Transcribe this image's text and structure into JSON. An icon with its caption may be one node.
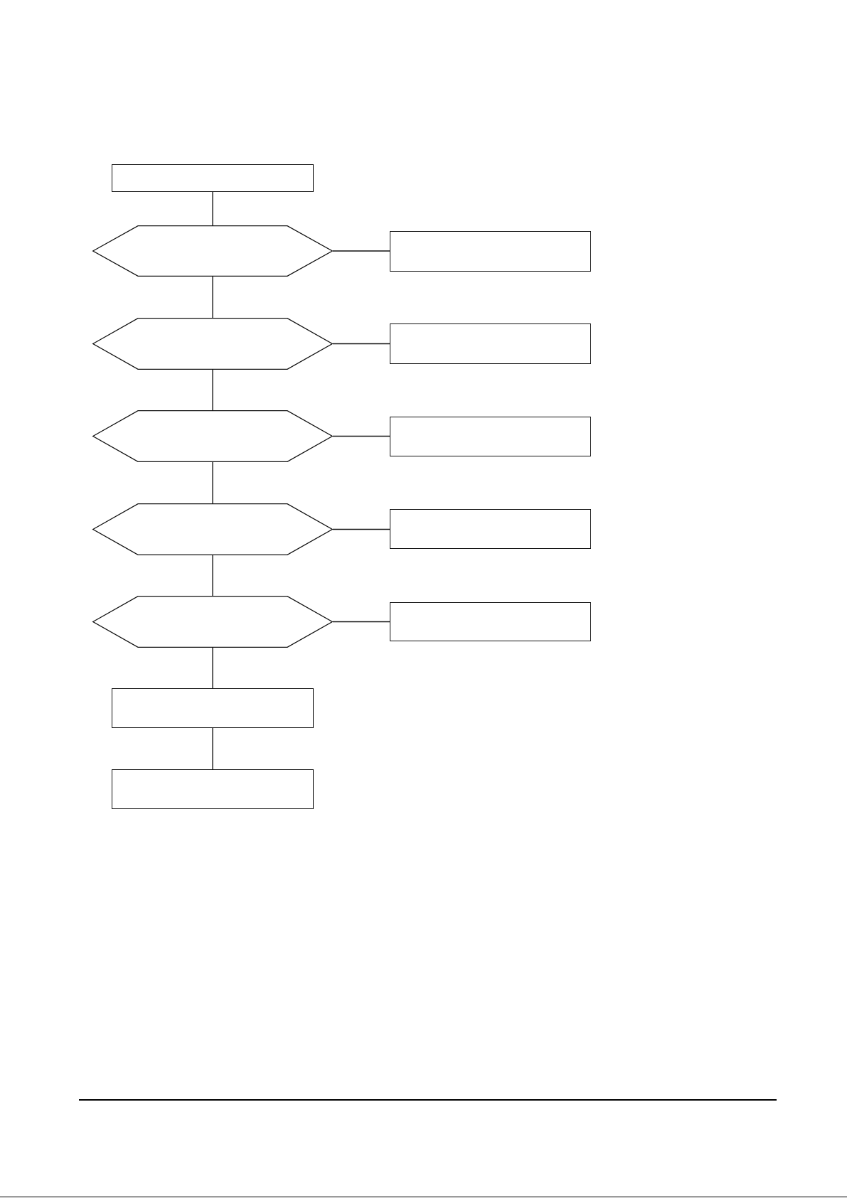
{
  "diagram": {
    "nodes": [
      {
        "text": [],
        "shape": "box"
      },
      {
        "text": [],
        "shape": "hexagon"
      },
      {
        "text": [],
        "shape": "box"
      },
      {
        "text": [],
        "shape": "hexagon"
      },
      {
        "text": [],
        "shape": "box"
      },
      {
        "text": [],
        "shape": "hexagon"
      },
      {
        "text": [],
        "shape": "box"
      },
      {
        "text": [],
        "shape": "hexagon"
      },
      {
        "text": [],
        "shape": "box"
      },
      {
        "text": [],
        "shape": "hexagon"
      },
      {
        "text": [],
        "shape": "box"
      },
      {
        "text": [],
        "shape": "box"
      },
      {
        "text": [],
        "shape": "box"
      }
    ],
    "edges": [
      {
        "from": 0,
        "to": 1,
        "arrow": "none"
      },
      {
        "from": 1,
        "to": 2,
        "arrow": "none"
      },
      {
        "from": 1,
        "to": 3,
        "arrow": "none"
      },
      {
        "from": 3,
        "to": 4,
        "arrow": "none"
      },
      {
        "from": 3,
        "to": 5,
        "arrow": "none"
      },
      {
        "from": 5,
        "to": 6,
        "arrow": "none"
      },
      {
        "from": 5,
        "to": 7,
        "arrow": "none"
      },
      {
        "from": 7,
        "to": 8,
        "arrow": "none"
      },
      {
        "from": 7,
        "to": 9,
        "arrow": "none"
      },
      {
        "from": 9,
        "to": 10,
        "arrow": "none"
      },
      {
        "from": 9,
        "to": 11,
        "arrow": "none"
      },
      {
        "from": 11,
        "to": 12,
        "arrow": "none"
      }
    ]
  }
}
